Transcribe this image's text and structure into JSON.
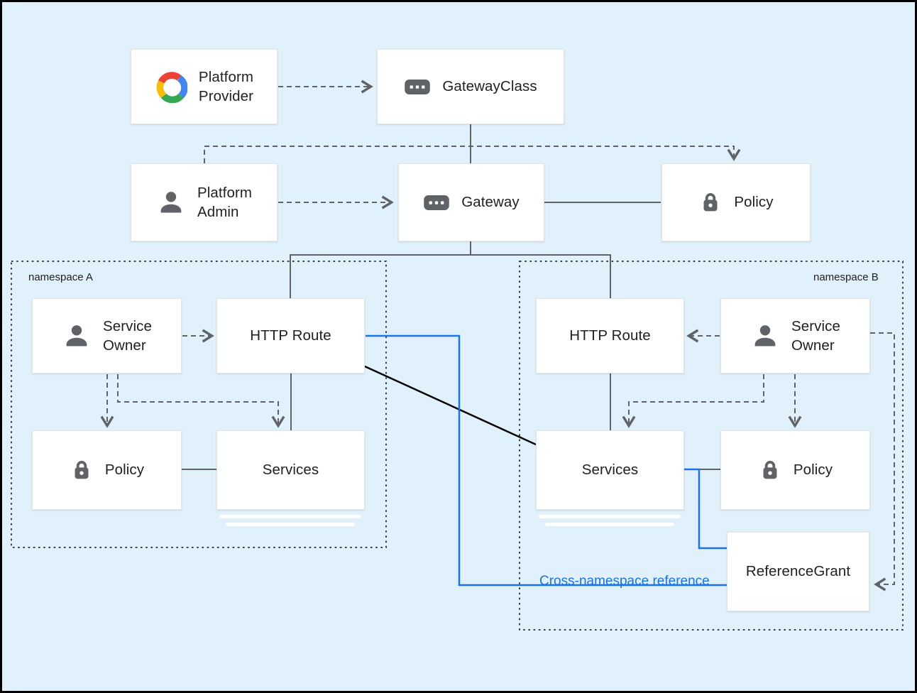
{
  "diagram": {
    "type": "architecture-diagram",
    "subject": "Kubernetes Gateway API resource model"
  },
  "colors": {
    "background": "#e1f1fb",
    "frame": "#000000",
    "node_background": "#ffffff",
    "node_border": "#e4e4e4",
    "text": "#202124",
    "connector_gray": "#5f6368",
    "connector_black": "#000000",
    "connector_blue": "#1a73e8",
    "namespace_border": "#3c4043",
    "icon_gray": "#5f6368",
    "google_red": "#ea4335",
    "google_blue": "#4285f4",
    "google_green": "#34a853",
    "google_yellow": "#fbbc04"
  },
  "nodes": {
    "platform_provider": {
      "label": "Platform\nProvider",
      "icon": "google-cloud-icon"
    },
    "gateway_class": {
      "label": "GatewayClass",
      "icon": "resource-chip-icon"
    },
    "platform_admin": {
      "label": "Platform\nAdmin",
      "icon": "person-icon"
    },
    "gateway": {
      "label": "Gateway",
      "icon": "resource-chip-icon"
    },
    "policy_top": {
      "label": "Policy",
      "icon": "lock-icon"
    },
    "service_owner_a": {
      "label": "Service\nOwner",
      "icon": "person-icon"
    },
    "http_route_a": {
      "label": "HTTP Route",
      "icon": null
    },
    "policy_a": {
      "label": "Policy",
      "icon": "lock-icon"
    },
    "services_a": {
      "label": "Services",
      "icon": null
    },
    "http_route_b": {
      "label": "HTTP Route",
      "icon": null
    },
    "service_owner_b": {
      "label": "Service\nOwner",
      "icon": "person-icon"
    },
    "services_b": {
      "label": "Services",
      "icon": null
    },
    "policy_b": {
      "label": "Policy",
      "icon": "lock-icon"
    },
    "reference_grant": {
      "label": "ReferenceGrant",
      "icon": null
    }
  },
  "namespaces": {
    "a": {
      "label": "namespace A"
    },
    "b": {
      "label": "namespace B"
    }
  },
  "annotations": {
    "cross_namespace_reference": "Cross-namespace reference"
  }
}
